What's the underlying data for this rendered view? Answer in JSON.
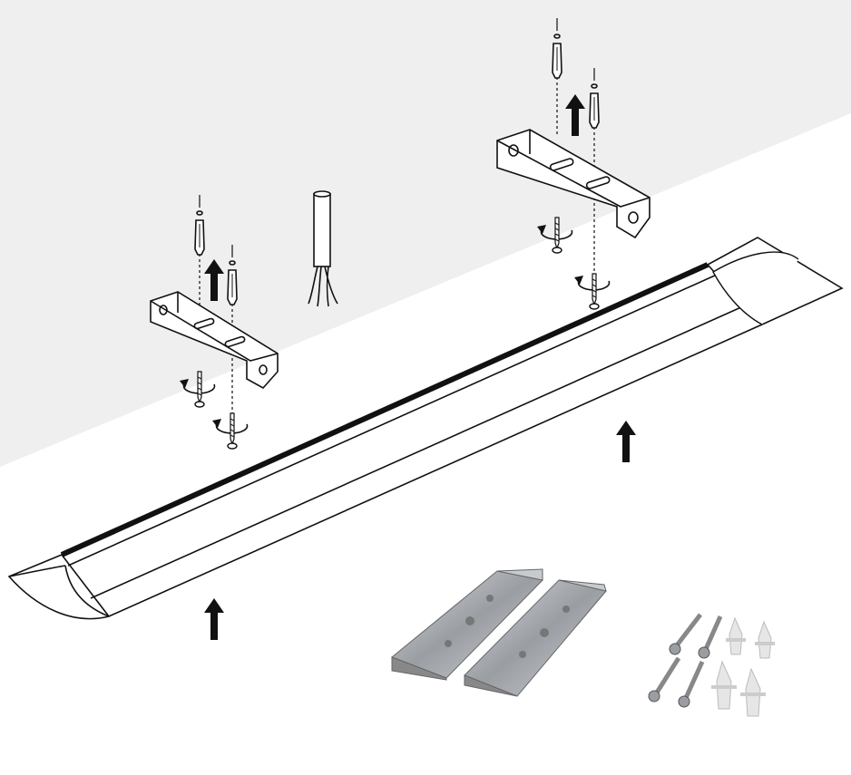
{
  "colors": {
    "wall": "#efefef",
    "ceiling": "#ffffff",
    "outline": "#111111",
    "metal": "#a9acb0",
    "anchor": "#e6e6e6"
  },
  "icons": [
    "ceiling-wall",
    "led-batten-fixture",
    "mounting-bracket",
    "wall-plug",
    "screw",
    "rotate-arrow",
    "up-arrow",
    "power-cable",
    "metal-mounting-clip"
  ]
}
